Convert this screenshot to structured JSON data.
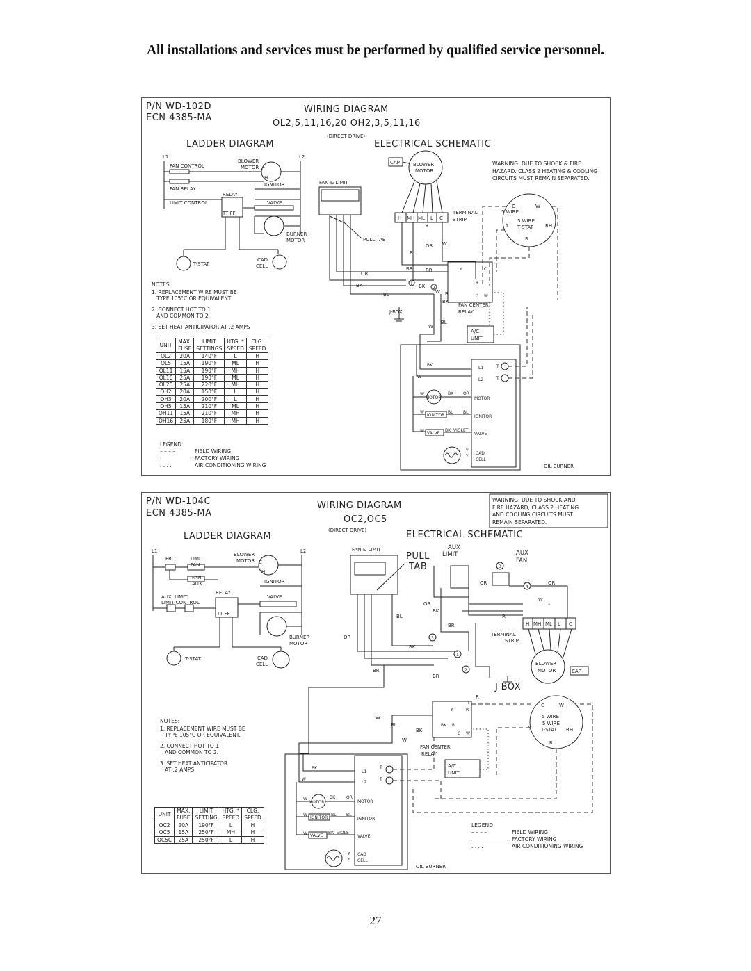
{
  "heading": "All installations and services must be performed by qualified service personnel.",
  "page_number": "27",
  "diagram1": {
    "pn": "P/N WD-102D",
    "ecn": "ECN 4385-MA",
    "title": "WIRING DIAGRAM",
    "models": "OL2,5,11,16,20 OH2,3,5,11,16",
    "drive": "(DIRECT DRIVE)",
    "ladder_title": "LADDER DIAGRAM",
    "schematic_title": "ELECTRICAL SCHEMATIC",
    "warning": [
      "WARNING: DUE TO SHOCK & FIRE",
      "HAZARD. CLASS 2 HEATING & COOLING",
      "CIRCUITS MUST REMAIN SEPARATED."
    ],
    "ladder": {
      "l1": "L1",
      "l2": "L2",
      "fan_control": "FAN CONTROL",
      "blower_motor_1": "BLOWER",
      "blower_motor_2": "MOTOR",
      "fan_relay": "FAN RELAY",
      "relay": "RELAY",
      "ignitor": "IGNITOR",
      "limit_control": "LIMIT CONTROL",
      "valve": "VALVE",
      "ttff": "TT FF",
      "burner_1": "BURNER",
      "burner_2": "MOTOR",
      "tstat": "T-STAT",
      "cad_1": "CAD",
      "cad_2": "CELL",
      "c": "C",
      "h": "H"
    },
    "notes": {
      "title": "NOTES:",
      "n1a": "1. REPLACEMENT WIRE MUST BE",
      "n1b": "TYPE 105°C OR EQUIVALENT.",
      "n2a": "2. CONNECT HOT TO 1",
      "n2b": "AND COMMON TO 2.",
      "n3": "3. SET HEAT ANTICIPATOR AT .2 AMPS"
    },
    "table": {
      "h1a": "UNIT",
      "h2a": "MAX.",
      "h2b": "FUSE",
      "h3a": "LIMIT",
      "h3b": "SETTINGS",
      "h4a": "HTG. *",
      "h4b": "SPEED",
      "h5a": "CLG.",
      "h5b": "SPEED",
      "rows": [
        [
          "OL2",
          "20A",
          "140°F",
          "L",
          "H"
        ],
        [
          "OL5",
          "15A",
          "190°F",
          "ML",
          "H"
        ],
        [
          "OL11",
          "15A",
          "190°F",
          "MH",
          "H"
        ],
        [
          "OL16",
          "25A",
          "190°F",
          "ML",
          "H"
        ],
        [
          "OL20",
          "25A",
          "220°F",
          "MH",
          "H"
        ],
        [
          "OH2",
          "20A",
          "150°F",
          "L",
          "H"
        ],
        [
          "OH3",
          "20A",
          "200°F",
          "L",
          "H"
        ],
        [
          "OH5",
          "15A",
          "210°F",
          "ML",
          "H"
        ],
        [
          "OH11",
          "15A",
          "210°F",
          "MH",
          "H"
        ],
        [
          "OH16",
          "25A",
          "180°F",
          "MH",
          "H"
        ]
      ]
    },
    "legend": {
      "title": "LEGEND",
      "field": "FIELD WIRING",
      "factory": "FACTORY WIRING",
      "ac": "AIR CONDITIONING WIRING",
      "field_sym": "– – – –",
      "ac_sym": ". . . ."
    },
    "schematic": {
      "cap": "CAP",
      "blower_1": "BLOWER",
      "blower_2": "MOTOR",
      "fan_limit": "FAN & LIMIT",
      "pull_tab": "PULL TAB",
      "terminal_1": "TERMINAL",
      "terminal_2": "STRIP",
      "t_h": "H",
      "t_mh": "MH",
      "t_ml": "ML",
      "t_l": "L",
      "t_c": "C",
      "five_wire": "5 WIRE",
      "tstat": "T-STAT",
      "rh": "RH",
      "c": "C",
      "w": "W",
      "y": "Y",
      "r": "R",
      "jbox": "J-BOX",
      "fcr_1": "FAN CENTER",
      "fcr_2": "RELAY",
      "ac_1": "A/C",
      "ac_2": "UNIT",
      "br": "BR",
      "or": "OR",
      "bk": "BK",
      "bl": "BL",
      "one": "1",
      "two": "2",
      "star": "*",
      "l1": "L1",
      "l2": "L2",
      "t": "T",
      "motor": "MOTOR",
      "ignitor": "IGNITOR",
      "valve": "VALVE",
      "violet": "VIOLET",
      "cad_1": "CAD",
      "cad_2": "CELL",
      "oil_burner": "OIL BURNER"
    }
  },
  "diagram2": {
    "pn": "P/N WD-104C",
    "ecn": "ECN 4385-MA",
    "title": "WIRING DIAGRAM",
    "models": "OC2,OC5",
    "drive": "(DIRECT DRIVE)",
    "ladder_title": "LADDER DIAGRAM",
    "schematic_title": "ELECTRICAL SCHEMATIC",
    "warning": [
      "WARNING: DUE TO SHOCK AND",
      "FIRE HAZARD, CLASS 2 HEATING",
      "AND COOLING CIRCUITS MUST",
      "REMAIN SEPARATED."
    ],
    "ladder": {
      "l1": "L1",
      "l2": "L2",
      "frc": "FRC",
      "limit": "LIMIT",
      "fan": "FAN",
      "fan2": "FAN",
      "aux": "AUX",
      "blower_1": "BLOWER",
      "blower_2": "MOTOR",
      "ignitor": "IGNITOR",
      "relay": "RELAY",
      "aux_limit_1": "AUX. LIMIT",
      "aux_limit_2": "LIMIT CONTROL",
      "valve": "VALVE",
      "ttff": "TT FF",
      "burner_1": "BURNER",
      "burner_2": "MOTOR",
      "tstat": "T-STAT",
      "cad_1": "CAD",
      "cad_2": "CELL",
      "c": "C",
      "h": "H"
    },
    "notes": {
      "title": "NOTES:",
      "n1a": "1. REPLACEMENT WIRE MUST BE",
      "n1b": "TYPE 105°C OR EQUIVALENT.",
      "n2a": "2. CONNECT HOT TO 1",
      "n2b": "AND COMMON TO 2.",
      "n3a": "3. SET HEAT ANTICIPATOR",
      "n3b": "AT .2 AMPS"
    },
    "table": {
      "h1a": "UNIT",
      "h2a": "MAX.",
      "h2b": "FUSE",
      "h3a": "LIMIT",
      "h3b": "SETTING",
      "h4a": "HTG. *",
      "h4b": "SPEED",
      "h5a": "CLG.",
      "h5b": "SPEED",
      "rows": [
        [
          "OC2",
          "20A",
          "190°F",
          "L",
          "H"
        ],
        [
          "OC5",
          "15A",
          "250°F",
          "MH",
          "H"
        ],
        [
          "OC5C",
          "25A",
          "250°F",
          "L",
          "H"
        ]
      ]
    },
    "legend": {
      "title": "LEGEND",
      "field": "FIELD WIRING",
      "factory": "FACTORY WIRING",
      "ac": "AIR CONDITIONING WIRING",
      "field_sym": "– – – –",
      "ac_sym": ". . . ."
    },
    "schematic": {
      "fan_limit": "FAN & LIMIT",
      "pull": "PULL",
      "tab": "TAB",
      "aux_limit_1": "AUX",
      "aux_limit_2": "LIMIT",
      "aux_fan_1": "AUX",
      "aux_fan_2": "FAN",
      "terminal_1": "TERMINAL",
      "terminal_2": "STRIP",
      "t_h": "H",
      "t_mh": "MH",
      "t_ml": "ML",
      "t_l": "L",
      "t_c": "C",
      "blower_1": "BLOWER",
      "blower_2": "MOTOR",
      "cap": "CAP",
      "jbox": "J-BOX",
      "five_wire": "5 WIRE",
      "tstat": "T-STAT",
      "rh": "RH",
      "g": "G",
      "w": "W",
      "y": "Y",
      "r": "R",
      "c": "C",
      "fcr_1": "FAN CENTER",
      "fcr_2": "RELAY",
      "ac_1": "A/C",
      "ac_2": "UNIT",
      "or": "OR",
      "bk": "BK",
      "bl": "BL",
      "br": "BR",
      "one": "1",
      "two": "2",
      "three": "3",
      "four": "4",
      "star": "*",
      "l1": "L1",
      "l2": "L2",
      "t": "T",
      "motor": "MOTOR",
      "ignitor": "IGNITOR",
      "valve": "VALVE",
      "violet": "VIOLET",
      "cad_1": "CAD",
      "cad_2": "CELL",
      "oil_burner": "OIL BURNER"
    }
  }
}
